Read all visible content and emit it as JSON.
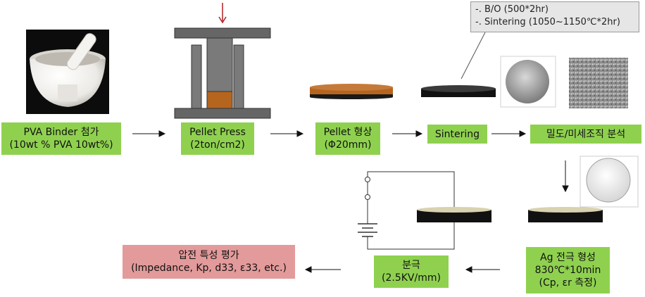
{
  "steps": {
    "binder": {
      "line1": "PVA Binder 첨가",
      "line2": "(10wt % PVA  10wt%)"
    },
    "press": {
      "line1": "Pellet Press",
      "line2": "(2ton/cm2)"
    },
    "shape": {
      "line1": "Pellet 형상",
      "line2": "(Φ20mm)"
    },
    "sintering": {
      "line1": "Sintering"
    },
    "analysis": {
      "line1": "밀도/미세조직 분석"
    },
    "electrode": {
      "line1": "Ag 전극 형성",
      "line2": "830℃*10min",
      "line3": "(Cp, εr 측정)"
    },
    "poling": {
      "line1": "분극",
      "line2": "(2.5KV/mm)"
    },
    "evaluation": {
      "line1": "압전 특성 평가",
      "line2": "(Impedance, Kp, d33, ε33, etc.)"
    }
  },
  "callout": {
    "line1": "-. B/O (500*2hr)",
    "line2": "-. Sintering (1050~1150℃*2hr)"
  },
  "colors": {
    "step_box": "#8fd14f",
    "result_box": "#e39a9a",
    "pellet_raw": "#b5651d",
    "pellet_sintered": "#2a2a2a",
    "electrode": "#d8d2b0",
    "press_frame": "#666666"
  }
}
